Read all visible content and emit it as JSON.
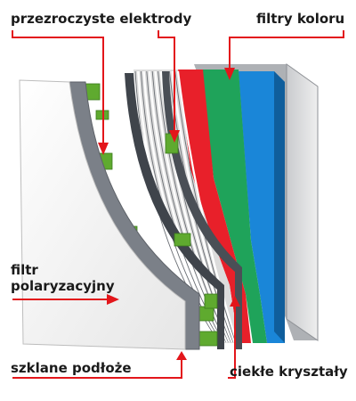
{
  "labels": {
    "electrodes": "przezroczyste elektrody",
    "color_filters": "filtry koloru",
    "polarizer_line1": "filtr",
    "polarizer_line2": "polaryzacyjny",
    "substrate": "szklane podłoże",
    "liquid_crystals": "ciekłe kryształy"
  },
  "colors": {
    "arrow": "#e3161b",
    "text": "#1a1a1a",
    "red_filter": "#e8202a",
    "green_filter": "#1fa35a",
    "blue_filter": "#1a86d8",
    "electrode_green": "#5faa2f",
    "glass_edge": "#7b8088",
    "panel_white": "#f4f4f4"
  }
}
